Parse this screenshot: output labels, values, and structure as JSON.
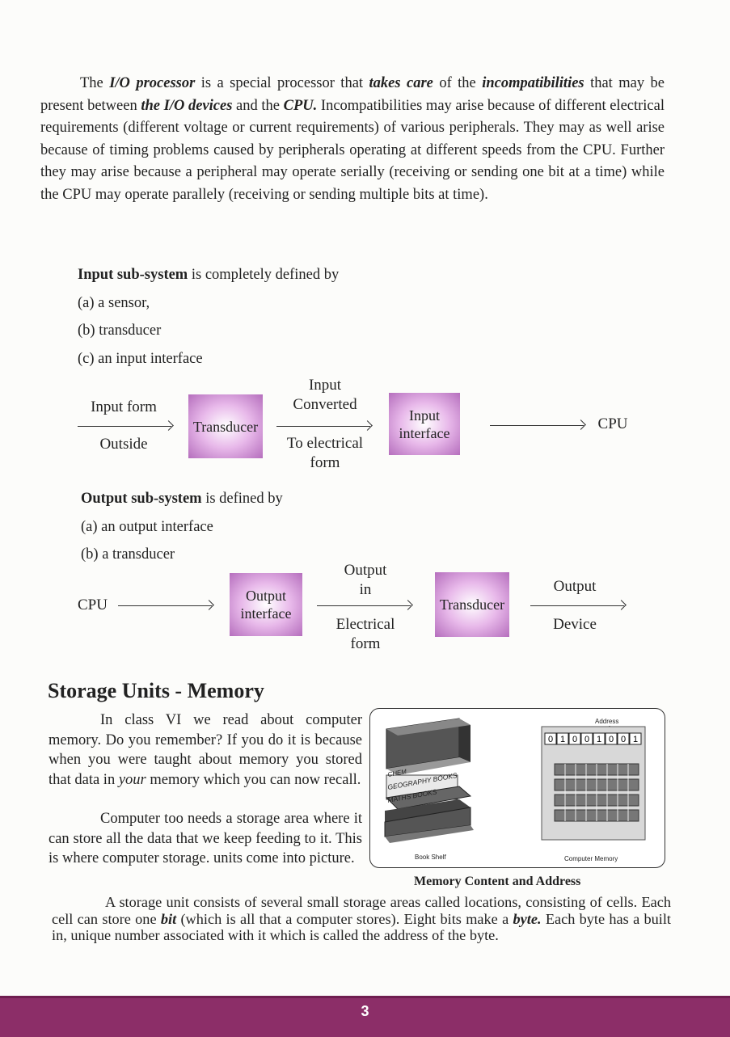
{
  "intro": {
    "t1": "The ",
    "b1": "I/O processor",
    "t2": " is a special processor that ",
    "b2": "takes care",
    "t3": " of the ",
    "b3": "incompatibilities",
    "t4": " that may be present between ",
    "b4": "the I/O devices",
    "t5": " and the ",
    "b5": "CPU.",
    "t6": " Incompatibilities may arise because of different electrical requirements (different voltage or current requirements) of various peripherals. They may as well arise because of timing problems caused by peripherals operating at different speeds from the CPU. Further they may arise because a peripheral may operate serially (receiving or sending one  bit at a time) while the CPU may operate parallely (receiving or sending multiple bits at time)."
  },
  "input_subsystem": {
    "heading": "Input sub-system",
    "heading_rest": " is completely defined by",
    "items": [
      "(a) a sensor,",
      "(b) transducer",
      "(c) an input interface"
    ]
  },
  "input_flow": {
    "label_top": "Input form",
    "label_bottom": "Outside",
    "box1": "Transducer",
    "mid_top": "Input\nConverted",
    "mid_bottom": "To electrical\nform",
    "box2": "Input\ninterface",
    "end": "CPU"
  },
  "output_subsystem": {
    "heading": "Output sub-system",
    "heading_rest": " is defined by",
    "items": [
      "(a) an output interface",
      "(b) a transducer"
    ]
  },
  "output_flow": {
    "start": "CPU",
    "box1": "Output\ninterface",
    "mid_top": "Output\nin",
    "mid_bottom": "Electrical\nform",
    "box2": "Transducer",
    "end_top": "Output",
    "end_bottom": "Device"
  },
  "storage": {
    "title": "Storage Units - Memory",
    "p1": "In class VI we read about computer memory. Do you remember? If you do it is because when you were taught about memory you stored that data in ",
    "p1_em": "your",
    "p1_rest": " memory which you can now recall.",
    "p2": "Computer too needs a storage area where it can store all the data that we keep feeding to it. This is where computer storage. units come into picture.",
    "p3a": "A storage unit consists of several small storage areas called locations, consisting of cells. Each cell can store one ",
    "p3_bit": "bit",
    "p3b": " (which is all that a computer stores). Eight bits make a ",
    "p3_byte": "byte.",
    "p3c": " Each byte has a built  in, unique number associated with it which is called the address of the byte."
  },
  "figure": {
    "shelf_label1": "GEOGRAPHY BOOKS",
    "shelf_label2": "MATHS BOOKS",
    "shelf_label0": "CHEM",
    "address_label": "Address",
    "address_bits": [
      "0",
      "1",
      "0",
      "0",
      "1",
      "0",
      "0",
      "1"
    ],
    "left_caption": "Book Shelf",
    "right_caption": "Computer Memory",
    "caption": "Memory Content and Address"
  },
  "page_number": "3",
  "colors": {
    "accent": "#8c2e68",
    "box": "#c27fc8"
  }
}
